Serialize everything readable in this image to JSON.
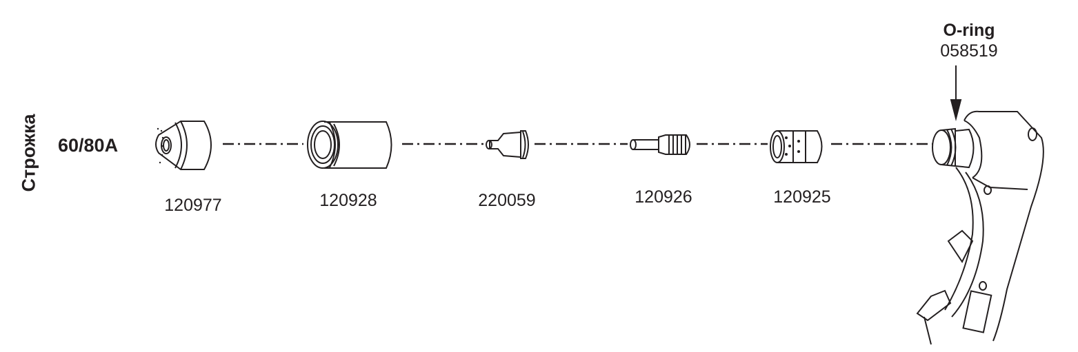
{
  "section_label": "Строжка",
  "amperage_label": "60/80A",
  "parts": [
    {
      "name": "shield",
      "part_number": "120977"
    },
    {
      "name": "retaining-cap",
      "part_number": "120928"
    },
    {
      "name": "nozzle",
      "part_number": "220059"
    },
    {
      "name": "electrode",
      "part_number": "120926"
    },
    {
      "name": "swirl-ring",
      "part_number": "120925"
    }
  ],
  "torch_callout": {
    "label": "O-ring",
    "part_number": "058519"
  }
}
